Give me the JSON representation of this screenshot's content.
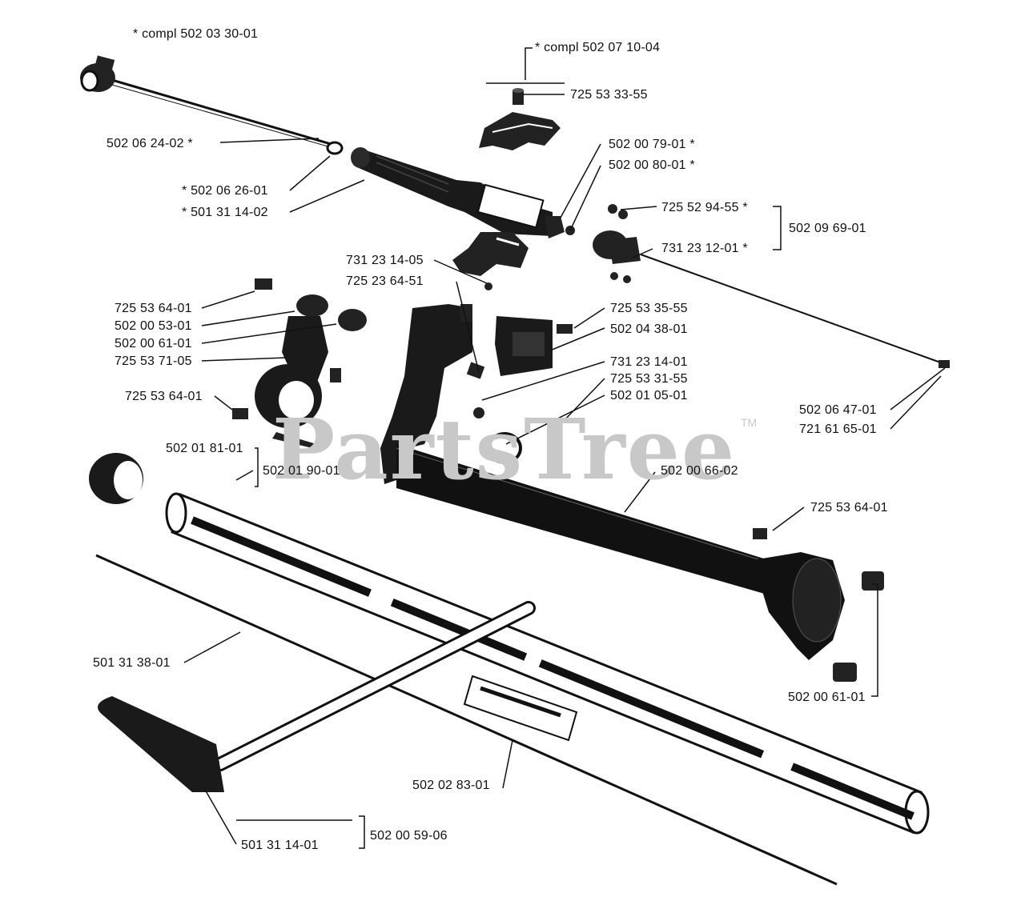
{
  "watermark": {
    "text": "PartsTree",
    "trademark": "TM"
  },
  "parts": {
    "compl_502_03_30_01": "*  compl 502 03 30-01",
    "compl_502_07_10_04": "*  compl 502 07 10-04",
    "p725_53_33_55": "725 53 33-55",
    "p502_06_24_02": "502 06 24-02  *",
    "p502_00_79_01": "502 00 79-01  *",
    "p502_00_80_01": "502 00 80-01  *",
    "p502_06_26_01": "*  502 06 26-01",
    "p501_31_14_02": "*  501 31 14-02",
    "p725_52_94_55": "725 52 94-55  *",
    "p502_09_69_01": "502 09 69-01",
    "p731_23_12_01": "731 23 12-01  *",
    "p731_23_14_05": "731 23 14-05",
    "p725_23_64_51": "725 23 64-51",
    "p725_53_64_01_a": "725 53 64-01",
    "p502_00_53_01": "502 00 53-01",
    "p502_00_61_01_a": "502 00 61-01",
    "p725_53_71_05": "725 53 71-05",
    "p725_53_35_55": "725 53 35-55",
    "p502_04_38_01": "502 04 38-01",
    "p731_23_14_01": "731 23 14-01",
    "p725_53_31_55": "725 53 31-55",
    "p502_01_05_01": "502 01 05-01",
    "p725_53_64_01_b": "725 53 64-01",
    "p502_06_47_01": "502 06 47-01",
    "p721_61_65_01": "721 61 65-01",
    "p502_01_81_01": "502 01 81-01",
    "p502_01_90_01": "502 01 90-01",
    "p502_00_66_02": "502 00 66-02",
    "p725_53_64_01_c": "725 53 64-01",
    "p501_31_38_01": "501 31 38-01",
    "p502_00_61_01_b": "502 00 61-01",
    "p502_02_83_01": "502 02 83-01",
    "p501_31_14_01": "501 31 14-01",
    "p502_00_59_06": "502 00 59-06"
  }
}
